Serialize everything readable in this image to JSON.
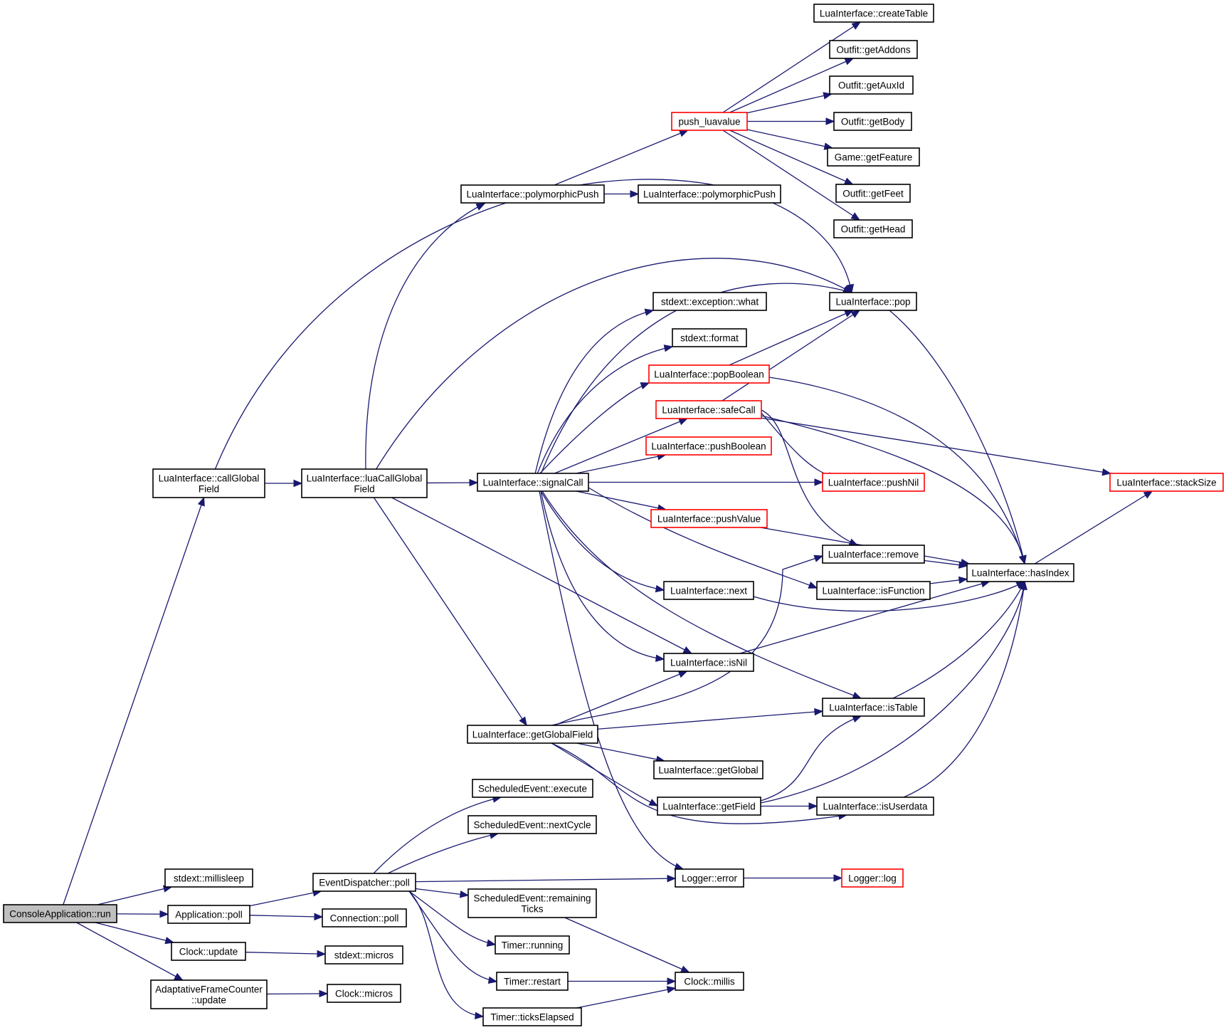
{
  "colors": {
    "edge": "#191970",
    "node_border": "#000000",
    "truncated_node_border": "#ff0000",
    "root_node_fill": "#bfbfbf",
    "background": "#ffffff"
  },
  "nodes": {
    "root": {
      "lines": [
        "ConsoleApplication::run"
      ]
    },
    "callGlobalField": {
      "lines": [
        "LuaInterface::callGlobal",
        "Field"
      ]
    },
    "luaCallGlobalField": {
      "lines": [
        "LuaInterface::luaCallGlobal",
        "Field"
      ]
    },
    "polymorphicPush1": {
      "lines": [
        "LuaInterface::polymorphicPush"
      ]
    },
    "polymorphicPush2": {
      "lines": [
        "LuaInterface::polymorphicPush"
      ]
    },
    "push_luavalue": {
      "lines": [
        "push_luavalue"
      ]
    },
    "createTable": {
      "lines": [
        "LuaInterface::createTable"
      ]
    },
    "getAddons": {
      "lines": [
        "Outfit::getAddons"
      ]
    },
    "getAuxId": {
      "lines": [
        "Outfit::getAuxId"
      ]
    },
    "getBody": {
      "lines": [
        "Outfit::getBody"
      ]
    },
    "getFeature": {
      "lines": [
        "Game::getFeature"
      ]
    },
    "getFeet": {
      "lines": [
        "Outfit::getFeet"
      ]
    },
    "getHead": {
      "lines": [
        "Outfit::getHead"
      ]
    },
    "pop": {
      "lines": [
        "LuaInterface::pop"
      ]
    },
    "exceptionWhat": {
      "lines": [
        "stdext::exception::what"
      ]
    },
    "format": {
      "lines": [
        "stdext::format"
      ]
    },
    "popBoolean": {
      "lines": [
        "LuaInterface::popBoolean"
      ]
    },
    "safeCall": {
      "lines": [
        "LuaInterface::safeCall"
      ]
    },
    "pushBoolean": {
      "lines": [
        "LuaInterface::pushBoolean"
      ]
    },
    "signalCall": {
      "lines": [
        "LuaInterface::signalCall"
      ]
    },
    "pushNil": {
      "lines": [
        "LuaInterface::pushNil"
      ]
    },
    "stackSize": {
      "lines": [
        "LuaInterface::stackSize"
      ]
    },
    "pushValue": {
      "lines": [
        "LuaInterface::pushValue"
      ]
    },
    "remove": {
      "lines": [
        "LuaInterface::remove"
      ]
    },
    "hasIndex": {
      "lines": [
        "LuaInterface::hasIndex"
      ]
    },
    "isFunction": {
      "lines": [
        "LuaInterface::isFunction"
      ]
    },
    "next": {
      "lines": [
        "LuaInterface::next"
      ]
    },
    "isNil": {
      "lines": [
        "LuaInterface::isNil"
      ]
    },
    "isTable": {
      "lines": [
        "LuaInterface::isTable"
      ]
    },
    "getGlobalField": {
      "lines": [
        "LuaInterface::getGlobalField"
      ]
    },
    "getGlobal": {
      "lines": [
        "LuaInterface::getGlobal"
      ]
    },
    "getField": {
      "lines": [
        "LuaInterface::getField"
      ]
    },
    "isUserdata": {
      "lines": [
        "LuaInterface::isUserdata"
      ]
    },
    "seExecute": {
      "lines": [
        "ScheduledEvent::execute"
      ]
    },
    "seNextCycle": {
      "lines": [
        "ScheduledEvent::nextCycle"
      ]
    },
    "millisleep": {
      "lines": [
        "stdext::millisleep"
      ]
    },
    "edPoll": {
      "lines": [
        "EventDispatcher::poll"
      ]
    },
    "loggerError": {
      "lines": [
        "Logger::error"
      ]
    },
    "loggerLog": {
      "lines": [
        "Logger::log"
      ]
    },
    "seRemainingTicks": {
      "lines": [
        "ScheduledEvent::remaining",
        "Ticks"
      ]
    },
    "appPoll": {
      "lines": [
        "Application::poll"
      ]
    },
    "connPoll": {
      "lines": [
        "Connection::poll"
      ]
    },
    "timerRunning": {
      "lines": [
        "Timer::running"
      ]
    },
    "clockUpdate": {
      "lines": [
        "Clock::update"
      ]
    },
    "stdextMicros": {
      "lines": [
        "stdext::micros"
      ]
    },
    "timerRestart": {
      "lines": [
        "Timer::restart"
      ]
    },
    "clockMillis": {
      "lines": [
        "Clock::millis"
      ]
    },
    "afcUpdate": {
      "lines": [
        "AdaptativeFrameCounter",
        "::update"
      ]
    },
    "clockMicros": {
      "lines": [
        "Clock::micros"
      ]
    },
    "ticksElapsed": {
      "lines": [
        "Timer::ticksElapsed"
      ]
    }
  },
  "edges": [
    [
      "root",
      "callGlobalField"
    ],
    [
      "root",
      "millisleep"
    ],
    [
      "root",
      "appPoll"
    ],
    [
      "root",
      "clockUpdate"
    ],
    [
      "root",
      "afcUpdate"
    ],
    [
      "callGlobalField",
      "luaCallGlobalField"
    ],
    [
      "callGlobalField",
      "pop"
    ],
    [
      "luaCallGlobalField",
      "polymorphicPush1"
    ],
    [
      "luaCallGlobalField",
      "signalCall"
    ],
    [
      "luaCallGlobalField",
      "pop"
    ],
    [
      "luaCallGlobalField",
      "isNil"
    ],
    [
      "luaCallGlobalField",
      "getGlobalField"
    ],
    [
      "polymorphicPush1",
      "push_luavalue"
    ],
    [
      "polymorphicPush1",
      "polymorphicPush2"
    ],
    [
      "push_luavalue",
      "createTable"
    ],
    [
      "push_luavalue",
      "getAddons"
    ],
    [
      "push_luavalue",
      "getAuxId"
    ],
    [
      "push_luavalue",
      "getBody"
    ],
    [
      "push_luavalue",
      "getFeature"
    ],
    [
      "push_luavalue",
      "getFeet"
    ],
    [
      "push_luavalue",
      "getHead"
    ],
    [
      "signalCall",
      "pop"
    ],
    [
      "signalCall",
      "exceptionWhat"
    ],
    [
      "signalCall",
      "format"
    ],
    [
      "signalCall",
      "popBoolean"
    ],
    [
      "signalCall",
      "safeCall"
    ],
    [
      "signalCall",
      "pushBoolean"
    ],
    [
      "signalCall",
      "pushNil"
    ],
    [
      "signalCall",
      "pushValue"
    ],
    [
      "signalCall",
      "isFunction"
    ],
    [
      "signalCall",
      "next"
    ],
    [
      "signalCall",
      "isNil"
    ],
    [
      "signalCall",
      "isTable"
    ],
    [
      "signalCall",
      "loggerError"
    ],
    [
      "popBoolean",
      "pop"
    ],
    [
      "popBoolean",
      "hasIndex"
    ],
    [
      "safeCall",
      "pop"
    ],
    [
      "safeCall",
      "stackSize"
    ],
    [
      "safeCall",
      "pushNil"
    ],
    [
      "safeCall",
      "remove"
    ],
    [
      "safeCall",
      "hasIndex"
    ],
    [
      "pushValue",
      "hasIndex"
    ],
    [
      "pop",
      "hasIndex"
    ],
    [
      "remove",
      "hasIndex"
    ],
    [
      "isFunction",
      "hasIndex"
    ],
    [
      "next",
      "hasIndex"
    ],
    [
      "isNil",
      "hasIndex"
    ],
    [
      "isTable",
      "hasIndex"
    ],
    [
      "hasIndex",
      "stackSize"
    ],
    [
      "getGlobalField",
      "isNil"
    ],
    [
      "getGlobalField",
      "remove"
    ],
    [
      "getGlobalField",
      "isTable"
    ],
    [
      "getGlobalField",
      "getGlobal"
    ],
    [
      "getGlobalField",
      "getField"
    ],
    [
      "getGlobalField",
      "isUserdata"
    ],
    [
      "getField",
      "isTable"
    ],
    [
      "getField",
      "hasIndex"
    ],
    [
      "getField",
      "isUserdata"
    ],
    [
      "isUserdata",
      "hasIndex"
    ],
    [
      "appPoll",
      "edPoll"
    ],
    [
      "appPoll",
      "connPoll"
    ],
    [
      "edPoll",
      "seExecute"
    ],
    [
      "edPoll",
      "seNextCycle"
    ],
    [
      "edPoll",
      "loggerError"
    ],
    [
      "edPoll",
      "seRemainingTicks"
    ],
    [
      "edPoll",
      "timerRunning"
    ],
    [
      "edPoll",
      "timerRestart"
    ],
    [
      "edPoll",
      "ticksElapsed"
    ],
    [
      "loggerError",
      "loggerLog"
    ],
    [
      "seRemainingTicks",
      "clockMillis"
    ],
    [
      "timerRestart",
      "clockMillis"
    ],
    [
      "ticksElapsed",
      "clockMillis"
    ],
    [
      "clockUpdate",
      "stdextMicros"
    ],
    [
      "afcUpdate",
      "clockMicros"
    ]
  ]
}
